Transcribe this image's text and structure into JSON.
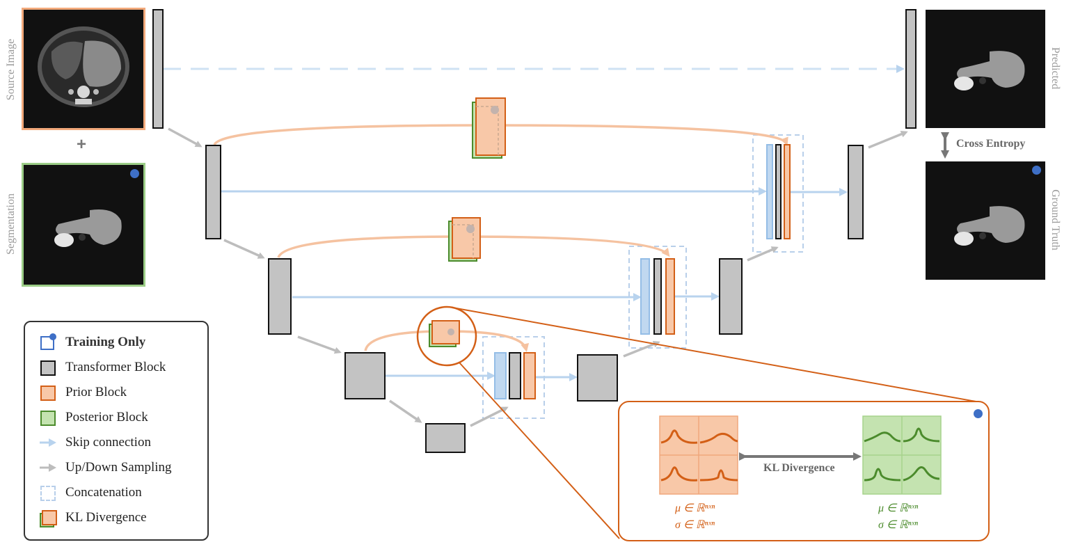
{
  "labels": {
    "source_image": "Source Image",
    "segmentation": "Segmentation",
    "predicted": "Predicted",
    "ground_truth": "Ground Truth",
    "plus": "+",
    "cross_entropy": "Cross Entropy",
    "kl_divergence": "KL Divergence"
  },
  "legend": {
    "items": [
      {
        "icon": "training-only-icon",
        "label": "Training Only"
      },
      {
        "icon": "transformer-block-icon",
        "label": "Transformer Block"
      },
      {
        "icon": "prior-block-icon",
        "label": "Prior Block"
      },
      {
        "icon": "posterior-block-icon",
        "label": "Posterior Block"
      },
      {
        "icon": "skip-connection-icon",
        "label": "Skip connection"
      },
      {
        "icon": "up-down-sampling-icon",
        "label": "Up/Down Sampling"
      },
      {
        "icon": "concatenation-icon",
        "label": "Concatenation"
      },
      {
        "icon": "kl-divergence-icon",
        "label": "KL Divergence"
      }
    ]
  },
  "math": {
    "prior_mu": "μ ∈ ℝⁿˣⁿ",
    "prior_sigma": "σ ∈ ℝⁿˣⁿ",
    "posterior_mu": "μ ∈ ℝⁿˣⁿ",
    "posterior_sigma": "σ ∈ ℝⁿˣⁿ"
  },
  "colors": {
    "transformer_fill": "#c3c3c3",
    "prior_fill": "#f8c8a8",
    "prior_stroke": "#d35f16",
    "posterior_fill": "#c4e3b0",
    "posterior_stroke": "#4b8b2c",
    "skip_arrow": "#b8d3ee",
    "sampling_arrow": "#bdbdbd",
    "training_dot": "#3e6fc6",
    "image_background": "#111111"
  }
}
